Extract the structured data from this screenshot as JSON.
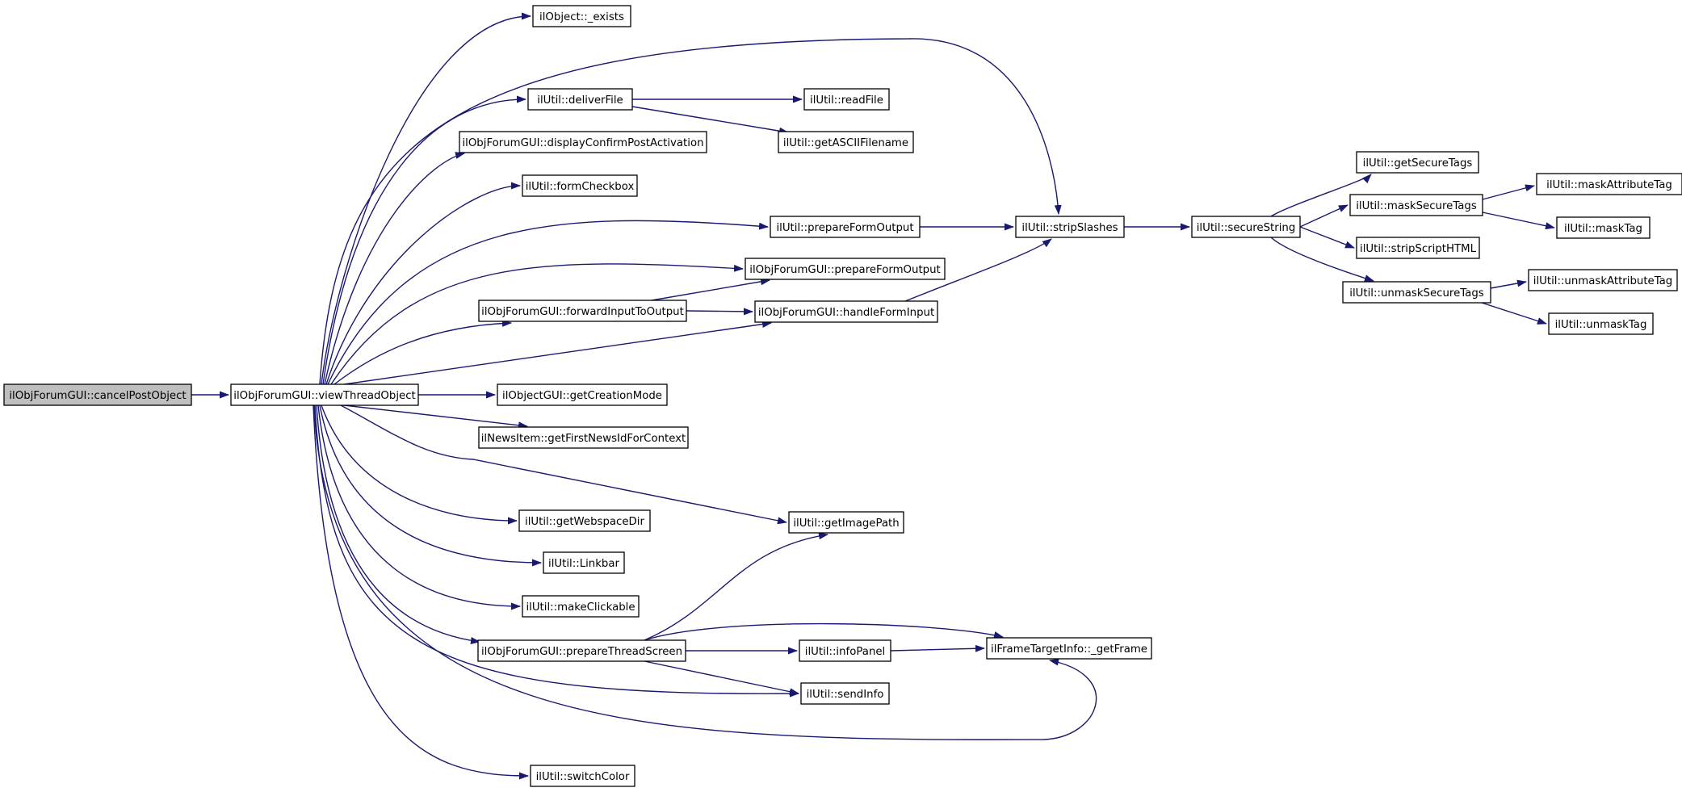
{
  "colors": {
    "edge": "#191970",
    "node_fill": "#ffffff",
    "node_border": "#000000",
    "root_fill": "#bfbfbf"
  },
  "root_node": "cancel-post-object",
  "nodes": [
    {
      "id": "cancel-post-object",
      "label": "ilObjForumGUI::cancelPostObject"
    },
    {
      "id": "view-thread-object",
      "label": "ilObjForumGUI::viewThreadObject"
    },
    {
      "id": "object-exists",
      "label": "ilObject::_exists"
    },
    {
      "id": "deliver-file",
      "label": "ilUtil::deliverFile"
    },
    {
      "id": "display-confirm-post-activation",
      "label": "ilObjForumGUI::displayConfirmPostActivation"
    },
    {
      "id": "form-checkbox",
      "label": "ilUtil::formCheckbox"
    },
    {
      "id": "util-prepare-form-output",
      "label": "ilUtil::prepareFormOutput"
    },
    {
      "id": "forum-prepare-form-output",
      "label": "ilObjForumGUI::prepareFormOutput"
    },
    {
      "id": "forward-input-to-output",
      "label": "ilObjForumGUI::forwardInputToOutput"
    },
    {
      "id": "handle-form-input",
      "label": "ilObjForumGUI::handleFormInput"
    },
    {
      "id": "get-creation-mode",
      "label": "ilObjectGUI::getCreationMode"
    },
    {
      "id": "get-first-news-id",
      "label": "ilNewsItem::getFirstNewsIdForContext"
    },
    {
      "id": "get-webspace-dir",
      "label": "ilUtil::getWebspaceDir"
    },
    {
      "id": "linkbar",
      "label": "ilUtil::Linkbar"
    },
    {
      "id": "make-clickable",
      "label": "ilUtil::makeClickable"
    },
    {
      "id": "prepare-thread-screen",
      "label": "ilObjForumGUI::prepareThreadScreen"
    },
    {
      "id": "switch-color",
      "label": "ilUtil::switchColor"
    },
    {
      "id": "read-file",
      "label": "ilUtil::readFile"
    },
    {
      "id": "get-ascii-filename",
      "label": "ilUtil::getASCIIFilename"
    },
    {
      "id": "strip-slashes",
      "label": "ilUtil::stripSlashes"
    },
    {
      "id": "get-image-path",
      "label": "ilUtil::getImagePath"
    },
    {
      "id": "info-panel",
      "label": "ilUtil::infoPanel"
    },
    {
      "id": "send-info",
      "label": "ilUtil::sendInfo"
    },
    {
      "id": "get-frame",
      "label": "ilFrameTargetInfo::_getFrame"
    },
    {
      "id": "secure-string",
      "label": "ilUtil::secureString"
    },
    {
      "id": "get-secure-tags",
      "label": "ilUtil::getSecureTags"
    },
    {
      "id": "mask-secure-tags",
      "label": "ilUtil::maskSecureTags"
    },
    {
      "id": "strip-script-html",
      "label": "ilUtil::stripScriptHTML"
    },
    {
      "id": "unmask-secure-tags",
      "label": "ilUtil::unmaskSecureTags"
    },
    {
      "id": "mask-attribute-tag",
      "label": "ilUtil::maskAttributeTag"
    },
    {
      "id": "mask-tag",
      "label": "ilUtil::maskTag"
    },
    {
      "id": "unmask-attribute-tag",
      "label": "ilUtil::unmaskAttributeTag"
    },
    {
      "id": "unmask-tag",
      "label": "ilUtil::unmaskTag"
    }
  ],
  "edges": [
    [
      "cancel-post-object",
      "view-thread-object"
    ],
    [
      "view-thread-object",
      "object-exists"
    ],
    [
      "view-thread-object",
      "strip-slashes"
    ],
    [
      "view-thread-object",
      "deliver-file"
    ],
    [
      "view-thread-object",
      "display-confirm-post-activation"
    ],
    [
      "view-thread-object",
      "form-checkbox"
    ],
    [
      "view-thread-object",
      "util-prepare-form-output"
    ],
    [
      "view-thread-object",
      "forum-prepare-form-output"
    ],
    [
      "view-thread-object",
      "forward-input-to-output"
    ],
    [
      "view-thread-object",
      "handle-form-input"
    ],
    [
      "view-thread-object",
      "get-creation-mode"
    ],
    [
      "view-thread-object",
      "get-first-news-id"
    ],
    [
      "view-thread-object",
      "get-image-path"
    ],
    [
      "view-thread-object",
      "get-webspace-dir"
    ],
    [
      "view-thread-object",
      "linkbar"
    ],
    [
      "view-thread-object",
      "make-clickable"
    ],
    [
      "view-thread-object",
      "prepare-thread-screen"
    ],
    [
      "view-thread-object",
      "send-info"
    ],
    [
      "view-thread-object",
      "get-frame"
    ],
    [
      "view-thread-object",
      "switch-color"
    ],
    [
      "deliver-file",
      "read-file"
    ],
    [
      "deliver-file",
      "get-ascii-filename"
    ],
    [
      "util-prepare-form-output",
      "strip-slashes"
    ],
    [
      "forward-input-to-output",
      "forum-prepare-form-output"
    ],
    [
      "forward-input-to-output",
      "handle-form-input"
    ],
    [
      "handle-form-input",
      "strip-slashes"
    ],
    [
      "prepare-thread-screen",
      "get-image-path"
    ],
    [
      "prepare-thread-screen",
      "get-frame"
    ],
    [
      "prepare-thread-screen",
      "info-panel"
    ],
    [
      "prepare-thread-screen",
      "send-info"
    ],
    [
      "info-panel",
      "get-frame"
    ],
    [
      "strip-slashes",
      "secure-string"
    ],
    [
      "secure-string",
      "get-secure-tags"
    ],
    [
      "secure-string",
      "mask-secure-tags"
    ],
    [
      "secure-string",
      "strip-script-html"
    ],
    [
      "secure-string",
      "unmask-secure-tags"
    ],
    [
      "mask-secure-tags",
      "mask-attribute-tag"
    ],
    [
      "mask-secure-tags",
      "mask-tag"
    ],
    [
      "unmask-secure-tags",
      "unmask-attribute-tag"
    ],
    [
      "unmask-secure-tags",
      "unmask-tag"
    ]
  ]
}
